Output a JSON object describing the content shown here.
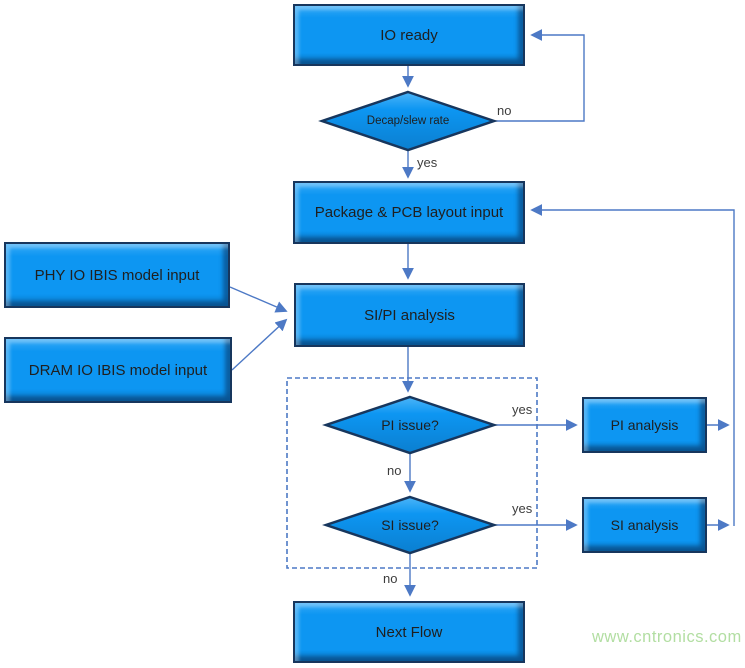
{
  "palette": {
    "node_fill": "#0d96f2",
    "node_border": "#17365d",
    "node_text": "#1f1f1f",
    "connector": "#4d79c5",
    "watermark": "#b2dea2"
  },
  "nodes": {
    "io_ready": "IO ready",
    "decap": "Decap/slew rate",
    "package": "Package & PCB layout input",
    "phy": "PHY IO IBIS model input",
    "dram": "DRAM IO IBIS model input",
    "sipi": "SI/PI analysis",
    "pi_issue": "PI issue?",
    "si_issue": "SI issue?",
    "pi_analysis": "PI analysis",
    "si_analysis": "SI analysis",
    "next_flow": "Next Flow"
  },
  "labels": {
    "decap_no": "no",
    "decap_yes": "yes",
    "pi_yes": "yes",
    "pi_no": "no",
    "si_yes": "yes",
    "si_no": "no"
  },
  "watermark": "www.cntronics.com"
}
